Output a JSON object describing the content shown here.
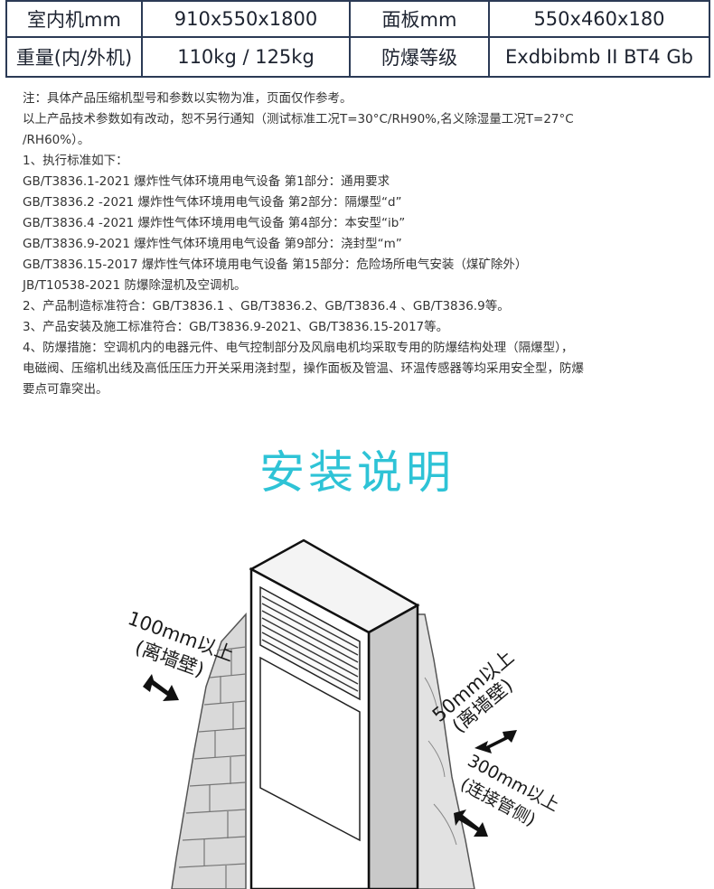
{
  "specs": {
    "rows": [
      {
        "k1": "室内机mm",
        "v1": "910x550x1800",
        "k2": "面板mm",
        "v2": "550x460x180"
      },
      {
        "k1": "重量(内/外机)",
        "v1": "110kg / 125kg",
        "k2": "防爆等级",
        "v2": "Exdbibmb II BT4 Gb"
      }
    ]
  },
  "notes": [
    "注：具体产品压缩机型号和参数以实物为准，页面仅作参考。",
    "以上产品技术参数如有改动，恕不另行通知（测试标准工况T=30°C/RH90%,名义除湿量工况T=27°C",
    "/RH60%）。",
    "1、执行标准如下：",
    "GB/T3836.1-2021   爆炸性气体环境用电气设备 第1部分：通用要求",
    "GB/T3836.2 -2021  爆炸性气体环境用电气设备 第2部分：隔爆型“d”",
    "GB/T3836.4 -2021  爆炸性气体环境用电气设备 第4部分：本安型“ib”",
    "GB/T3836.9-2021   爆炸性气体环境用电气设备 第9部分：浇封型“m”",
    "GB/T3836.15-2017  爆炸性气体环境用电气设备 第15部分：危险场所电气安装（煤矿除外）",
    "JB/T10538-2021  防爆除湿机及空调机。",
    "2、产品制造标准符合：GB/T3836.1 、GB/T3836.2、GB/T3836.4 、GB/T3836.9等。",
    "3、产品安装及施工标准符合：GB/T3836.9-2021、GB/T3836.15-2017等。",
    "4、防爆措施：空调机内的电器元件、电气控制部分及风扇电机均采取专用的防爆结构处理（隔爆型），",
    "电磁阀、压缩机出线及高低压压力开关采用浇封型，操作面板及管温、环温传感器等均采用安全型，防爆",
    "要点可靠突出。"
  ],
  "install": {
    "title": "安装说明",
    "labels": {
      "left_dist": "100mm以上",
      "left_note": "(离墙壁)",
      "right_dist": "50mm以上",
      "right_note": "(离墙壁)",
      "back_dist": "300mm以上",
      "back_note": "(连接管侧)"
    }
  },
  "colors": {
    "accent": "#2ec3d6",
    "table_border": "#2b3a55"
  }
}
